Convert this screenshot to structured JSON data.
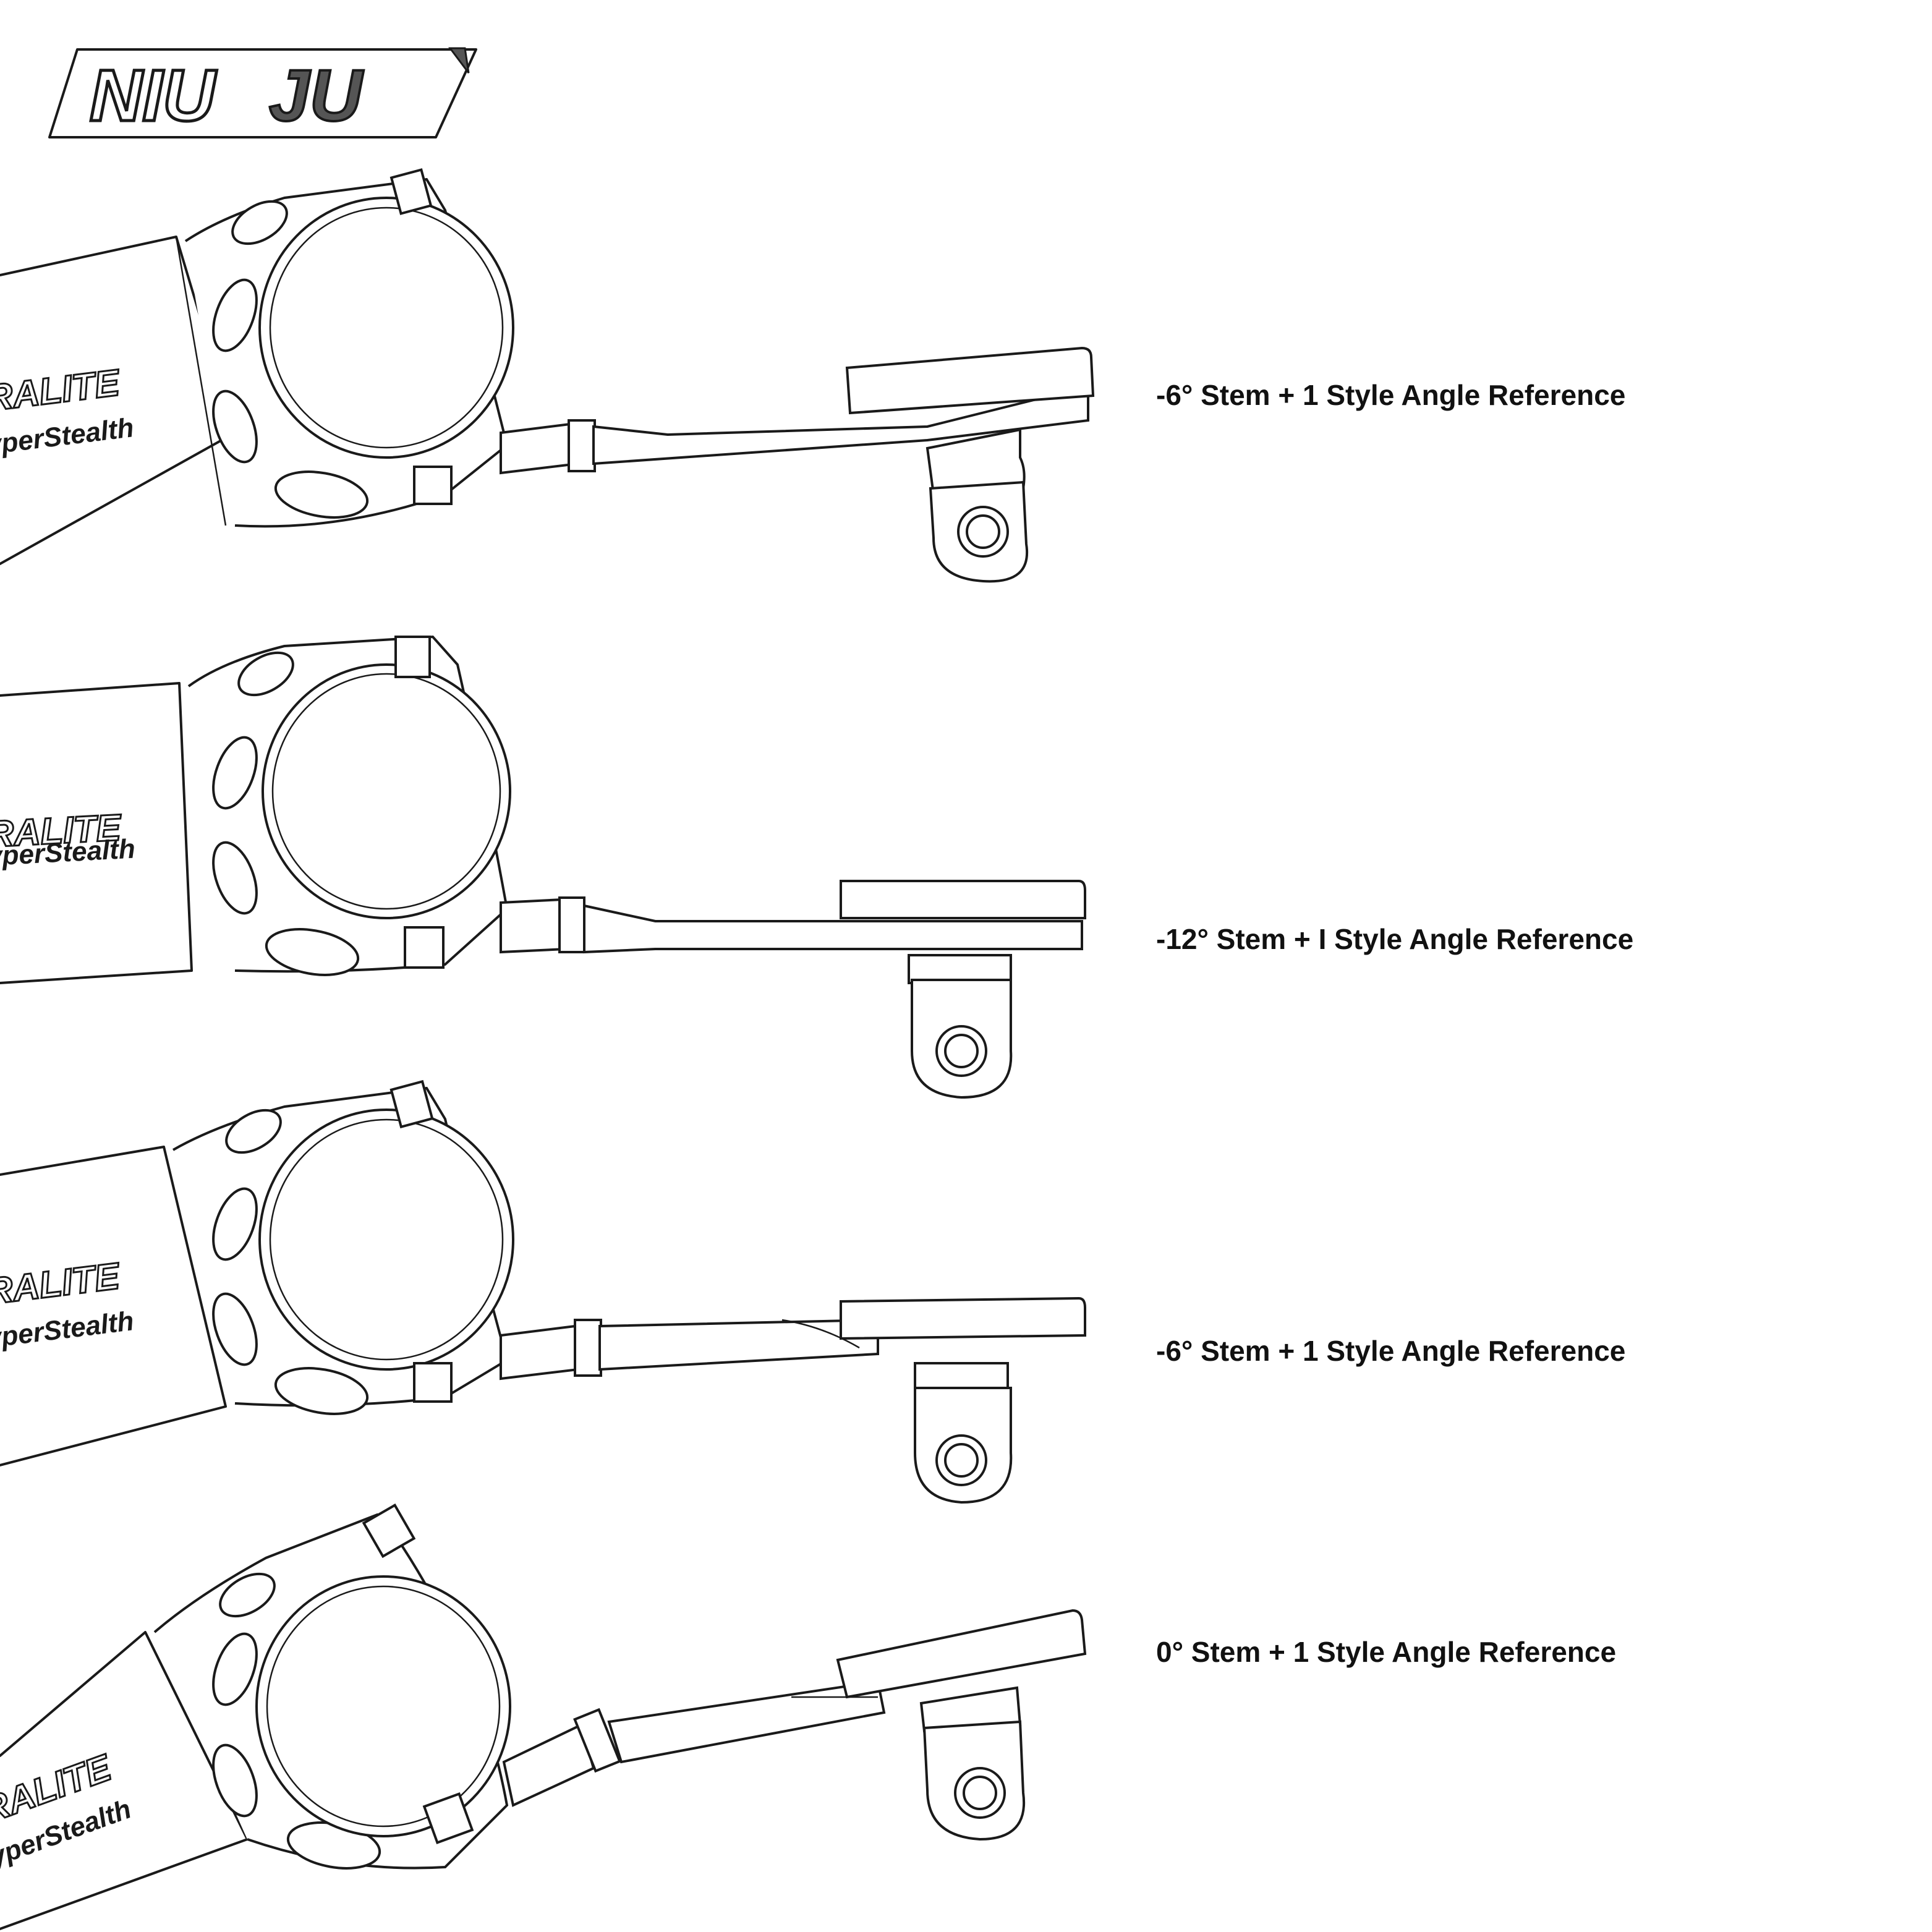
{
  "logo": {
    "text_left": "NIU",
    "text_right": "JU",
    "colors": {
      "outline": "#1a1a1a",
      "shade": "#555555"
    }
  },
  "stem_brand": {
    "line1": "RALITE",
    "line2": "yperStealth"
  },
  "references": [
    {
      "caption": "-6° Stem + 1 Style Angle Reference",
      "stem_angle_deg": -6,
      "style": "1"
    },
    {
      "caption": "-12° Stem + I Style Angle Reference",
      "stem_angle_deg": -12,
      "style": "I"
    },
    {
      "caption": "-6° Stem + 1 Style Angle Reference",
      "stem_angle_deg": -6,
      "style": "1"
    },
    {
      "caption": "0° Stem + 1 Style Angle Reference",
      "stem_angle_deg": 0,
      "style": "1"
    }
  ],
  "colors": {
    "line": "#1a1a1a",
    "background": "#ffffff",
    "text": "#111111"
  }
}
